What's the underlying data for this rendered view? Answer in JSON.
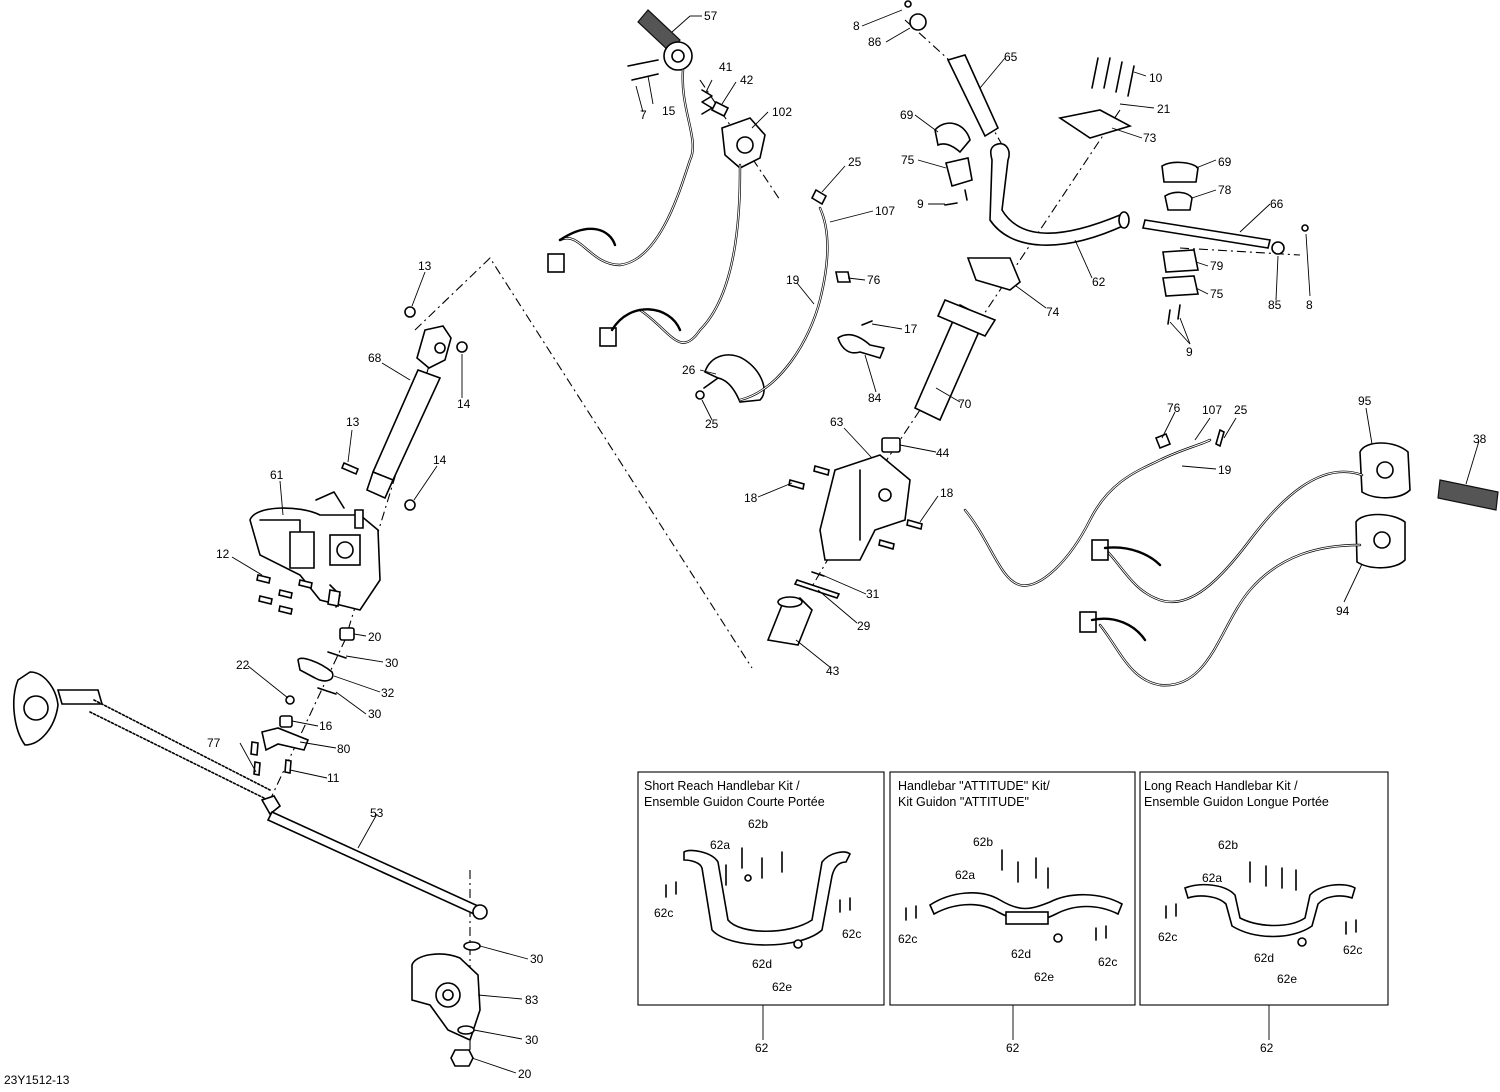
{
  "drawing_code": "23Y1512-13",
  "callouts": [
    {
      "id": "57"
    },
    {
      "id": "41"
    },
    {
      "id": "42"
    },
    {
      "id": "102"
    },
    {
      "id": "15"
    },
    {
      "id": "7"
    },
    {
      "id": "8"
    },
    {
      "id": "86"
    },
    {
      "id": "65"
    },
    {
      "id": "10"
    },
    {
      "id": "21"
    },
    {
      "id": "73"
    },
    {
      "id": "69"
    },
    {
      "id": "75"
    },
    {
      "id": "9"
    },
    {
      "id": "25"
    },
    {
      "id": "107"
    },
    {
      "id": "69"
    },
    {
      "id": "78"
    },
    {
      "id": "66"
    },
    {
      "id": "79"
    },
    {
      "id": "75"
    },
    {
      "id": "85"
    },
    {
      "id": "8"
    },
    {
      "id": "9"
    },
    {
      "id": "62"
    },
    {
      "id": "74"
    },
    {
      "id": "19"
    },
    {
      "id": "76"
    },
    {
      "id": "17"
    },
    {
      "id": "84"
    },
    {
      "id": "26"
    },
    {
      "id": "25"
    },
    {
      "id": "70"
    },
    {
      "id": "13"
    },
    {
      "id": "68"
    },
    {
      "id": "14"
    },
    {
      "id": "13"
    },
    {
      "id": "14"
    },
    {
      "id": "61"
    },
    {
      "id": "12"
    },
    {
      "id": "63"
    },
    {
      "id": "44"
    },
    {
      "id": "18"
    },
    {
      "id": "18"
    },
    {
      "id": "31"
    },
    {
      "id": "29"
    },
    {
      "id": "43"
    },
    {
      "id": "76"
    },
    {
      "id": "107"
    },
    {
      "id": "25"
    },
    {
      "id": "19"
    },
    {
      "id": "95"
    },
    {
      "id": "38"
    },
    {
      "id": "94"
    },
    {
      "id": "20"
    },
    {
      "id": "30"
    },
    {
      "id": "22"
    },
    {
      "id": "32"
    },
    {
      "id": "30"
    },
    {
      "id": "16"
    },
    {
      "id": "77"
    },
    {
      "id": "80"
    },
    {
      "id": "11"
    },
    {
      "id": "53"
    },
    {
      "id": "30"
    },
    {
      "id": "83"
    },
    {
      "id": "30"
    },
    {
      "id": "20"
    }
  ],
  "kits": [
    {
      "title_line1": "Short Reach Handlebar Kit /",
      "title_line2": "Ensemble Guidon Courte Portée",
      "parent_ref": "62",
      "sub_refs": [
        "62b",
        "62a",
        "62c",
        "62c",
        "62d",
        "62e"
      ]
    },
    {
      "title_line1": "Handlebar \"ATTITUDE\" Kit/",
      "title_line2": "Kit Guidon \"ATTITUDE\"",
      "parent_ref": "62",
      "sub_refs": [
        "62b",
        "62a",
        "62c",
        "62c",
        "62d",
        "62e"
      ]
    },
    {
      "title_line1": "Long Reach Handlebar Kit /",
      "title_line2": "Ensemble Guidon Longue Portée",
      "parent_ref": "62",
      "sub_refs": [
        "62b",
        "62a",
        "62c",
        "62c",
        "62d",
        "62e"
      ]
    }
  ]
}
